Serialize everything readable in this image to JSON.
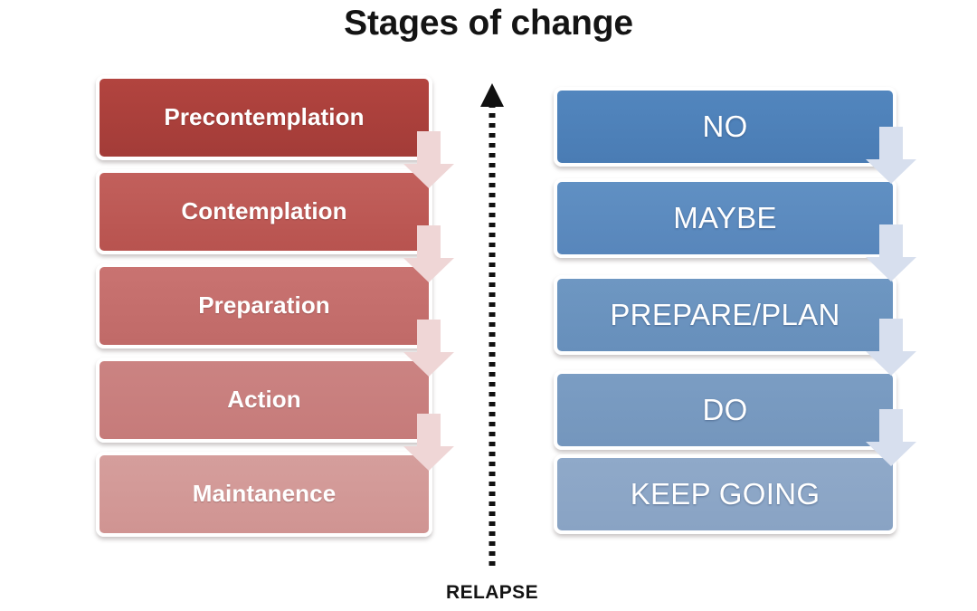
{
  "title": "Stages of change",
  "colors": {
    "title_text": "#141414",
    "box_text": "#ffffff",
    "red_arrow": "#efd6d6",
    "blue_arrow": "#d7dfee",
    "relapse_line": "#111111"
  },
  "stages_column": {
    "name": "stages-of-change",
    "boxes": [
      {
        "label": "Precontemplation",
        "color_top": "#b2443f",
        "color_bottom": "#a33c38"
      },
      {
        "label": "Contemplation",
        "color_top": "#c2605c",
        "color_bottom": "#b8534f"
      },
      {
        "label": "Preparation",
        "color_top": "#c97371",
        "color_bottom": "#c06a68"
      },
      {
        "label": "Action",
        "color_top": "#cb8382",
        "color_bottom": "#c67b7a"
      },
      {
        "label": "Maintanence",
        "color_top": "#d59e9c",
        "color_bottom": "#d09492"
      }
    ]
  },
  "responses_column": {
    "name": "patient-responses",
    "boxes": [
      {
        "label": "NO",
        "color_top": "#5286be",
        "color_bottom": "#4a7cb4"
      },
      {
        "label": "MAYBE",
        "color_top": "#6090c3",
        "color_bottom": "#5886bb"
      },
      {
        "label": "PREPARE/PLAN",
        "color_top": "#6e97c2",
        "color_bottom": "#678fbb"
      },
      {
        "label": "DO",
        "color_top": "#7b9dc3",
        "color_bottom": "#7496bd"
      },
      {
        "label": "KEEP GOING",
        "color_top": "#8fa9c9",
        "color_bottom": "#89a3c4"
      }
    ]
  },
  "relapse": {
    "label": "RELAPSE",
    "direction": "up",
    "line_style": "dotted"
  }
}
